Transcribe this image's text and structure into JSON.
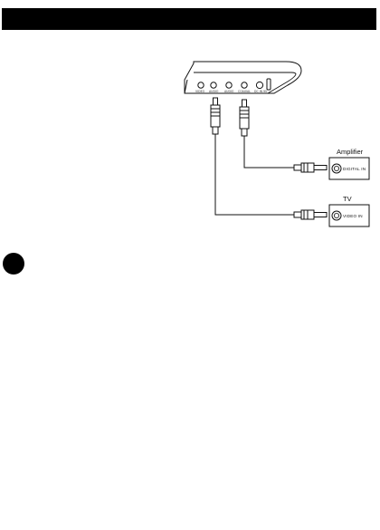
{
  "device": {
    "ports": [
      "VIDEO",
      "AUDIO",
      "AUDIO",
      "COAXIAL",
      "DC IN 9V"
    ]
  },
  "devices": {
    "amplifier": {
      "title": "Amplifier",
      "input_label": "DIGITAL IN"
    },
    "tv": {
      "title": "TV",
      "input_label": "VIDEO IN"
    }
  },
  "colors": {
    "header_bar": "#000000",
    "line": "#111111",
    "background": "#ffffff"
  }
}
